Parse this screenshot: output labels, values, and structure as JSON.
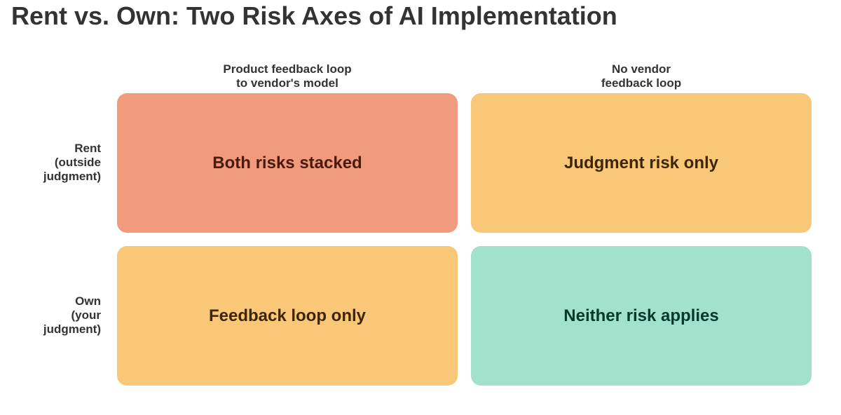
{
  "title": "Rent vs. Own: Two Risk Axes of AI Implementation",
  "columns": [
    {
      "lines": [
        "Product feedback loop",
        "to vendor's model"
      ]
    },
    {
      "lines": [
        "No vendor",
        "feedback loop"
      ]
    }
  ],
  "rows": [
    {
      "lines": [
        "Rent",
        "(outside",
        "judgment)"
      ]
    },
    {
      "lines": [
        "Own",
        "(your",
        "judgment)"
      ]
    }
  ],
  "cells": [
    {
      "label": "Both risks stacked",
      "fill": "#f09a7e",
      "text_color": "#4a1a0c"
    },
    {
      "label": "Judgment risk only",
      "fill": "#f8c778",
      "text_color": "#3d2606"
    },
    {
      "label": "Feedback loop only",
      "fill": "#f8c778",
      "text_color": "#3d2606"
    },
    {
      "label": "Neither risk applies",
      "fill": "#a2e1cc",
      "text_color": "#07382c"
    }
  ]
}
